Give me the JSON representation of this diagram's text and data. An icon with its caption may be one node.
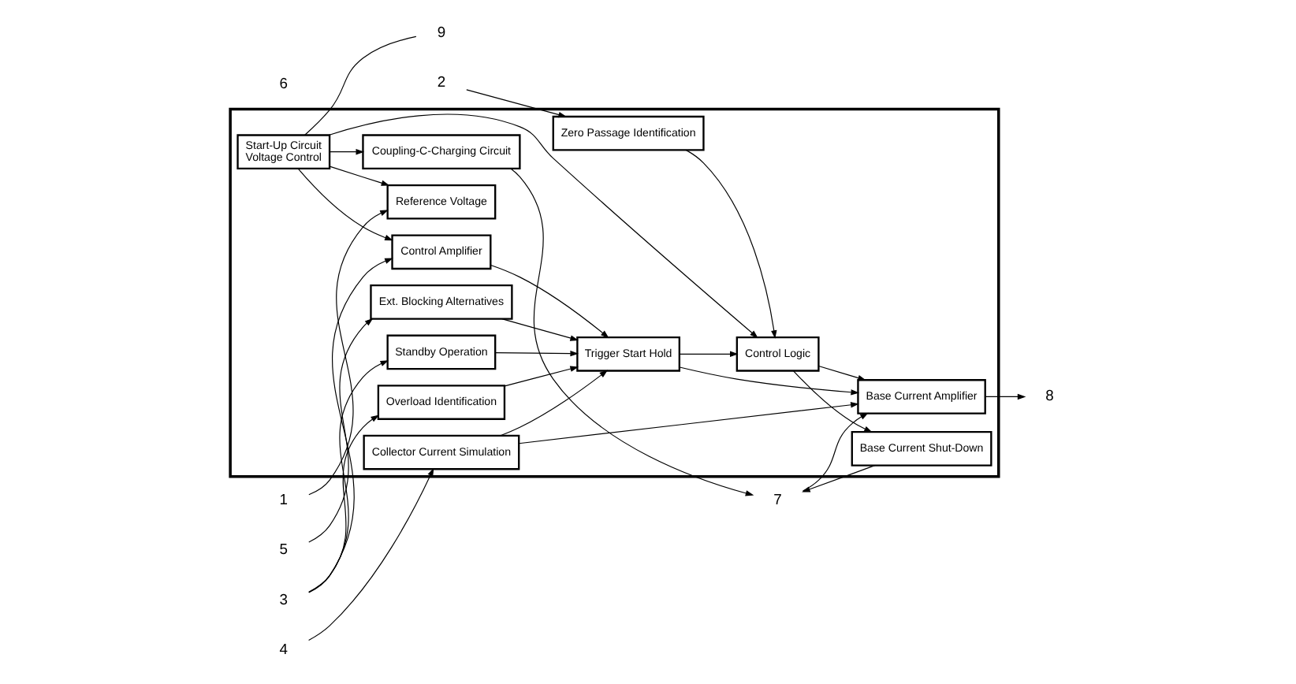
{
  "diagram": {
    "nodes": [
      {
        "text": [],
        "shape": "box"
      },
      {
        "text": [
          "Start-Up Circuit",
          "Voltage Control"
        ],
        "in": 0
      },
      {
        "text": [
          "Control Amplifier"
        ],
        "in": 0
      },
      {
        "text": [
          "Standby Operation"
        ],
        "in": 0
      },
      {
        "text": [
          "Overload Identification"
        ],
        "in": 0
      },
      {
        "text": [
          "Reference Voltage"
        ],
        "in": 0
      },
      {
        "text": [
          "Zero Passage Identification"
        ],
        "in": 0
      },
      {
        "text": [
          "Trigger Start Hold"
        ],
        "in": 0
      },
      {
        "text": [
          "Control Logic"
        ],
        "in": 0
      },
      {
        "text": [
          "Collector Current Simulation"
        ],
        "in": 0
      },
      {
        "text": [
          "Ext. Blocking Alternatives"
        ],
        "in": 0
      },
      {
        "text": [
          "Base Current Amplifier"
        ],
        "in": 0
      },
      {
        "text": [
          "Coupling-C-Charging Circuit"
        ],
        "in": 0
      },
      {
        "text": [
          "Base Current Shut-Down"
        ],
        "in": 0
      },
      {
        "text": [
          "1"
        ]
      },
      {
        "text": [
          "2"
        ]
      },
      {
        "text": [
          "3"
        ]
      },
      {
        "text": [
          "4"
        ]
      },
      {
        "text": [
          "5"
        ]
      },
      {
        "text": [
          "7"
        ]
      },
      {
        "text": [
          "8"
        ]
      },
      {
        "text": [
          "9"
        ]
      }
    ],
    "edges": [
      {
        "from": 1,
        "to": 21,
        "arrow": "none"
      },
      {
        "from": 1,
        "to": 2,
        "arrow": "to"
      },
      {
        "from": 1,
        "to": 5,
        "arrow": "to"
      },
      {
        "from": 14,
        "to": 5,
        "arrow": "to"
      },
      {
        "from": 15,
        "to": 6,
        "arrow": "to"
      },
      {
        "from": 16,
        "to": 2,
        "arrow": "to"
      },
      {
        "from": 16,
        "to": 3,
        "arrow": "to"
      },
      {
        "from": 16,
        "to": 4,
        "arrow": "to"
      },
      {
        "from": 2,
        "to": 7,
        "arrow": "to"
      },
      {
        "from": 3,
        "to": 7,
        "arrow": "to"
      },
      {
        "from": 4,
        "to": 7,
        "arrow": "to"
      },
      {
        "from": 9,
        "to": 7,
        "arrow": "to"
      },
      {
        "from": 9,
        "to": 11,
        "arrow": "to"
      },
      {
        "from": 17,
        "to": 9,
        "arrow": "to"
      },
      {
        "from": 1,
        "to": 12,
        "arrow": "to"
      },
      {
        "from": 1,
        "to": 8,
        "arrow": "to"
      },
      {
        "from": 7,
        "to": 8,
        "arrow": "to"
      },
      {
        "from": 7,
        "to": 11,
        "arrow": "to"
      },
      {
        "from": 6,
        "to": 8,
        "arrow": "to"
      },
      {
        "from": 10,
        "to": 7,
        "arrow": "to"
      },
      {
        "from": 18,
        "to": 10,
        "arrow": "to"
      },
      {
        "from": 8,
        "to": 13,
        "arrow": "to"
      },
      {
        "from": 8,
        "to": 11,
        "arrow": "to"
      },
      {
        "from": 12,
        "to": 19,
        "arrow": "to"
      },
      {
        "from": 13,
        "to": 19,
        "arrow": "to"
      },
      {
        "from": 19,
        "to": 11,
        "arrow": "to"
      },
      {
        "from": 11,
        "to": 20,
        "arrow": "to"
      }
    ],
    "labels": [
      "6"
    ]
  }
}
